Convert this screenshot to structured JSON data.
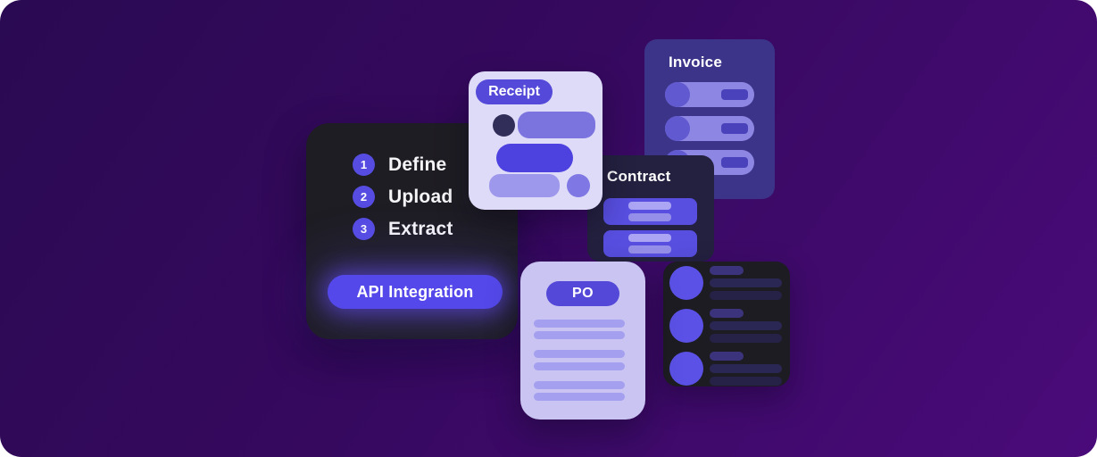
{
  "steps_card": {
    "steps": [
      {
        "number": "1",
        "label": "Define"
      },
      {
        "number": "2",
        "label": "Upload"
      },
      {
        "number": "3",
        "label": "Extract"
      }
    ],
    "button_label": "API Integration"
  },
  "documents": {
    "receipt": {
      "label": "Receipt"
    },
    "invoice": {
      "label": "Invoice"
    },
    "contract": {
      "label": "Contract"
    },
    "po": {
      "label": "PO"
    }
  },
  "colors": {
    "background_gradient_start": "#2a0a52",
    "background_gradient_end": "#4a0b7a",
    "accent_indigo": "#5448ea",
    "steps_card_bg": "#1e1d23",
    "receipt_card_bg": "#dedbf8",
    "invoice_card_bg": "#3b3489",
    "contract_card_bg": "#242140",
    "po_card_bg": "#c9c4f1",
    "list_card_bg": "#1d1c22"
  }
}
